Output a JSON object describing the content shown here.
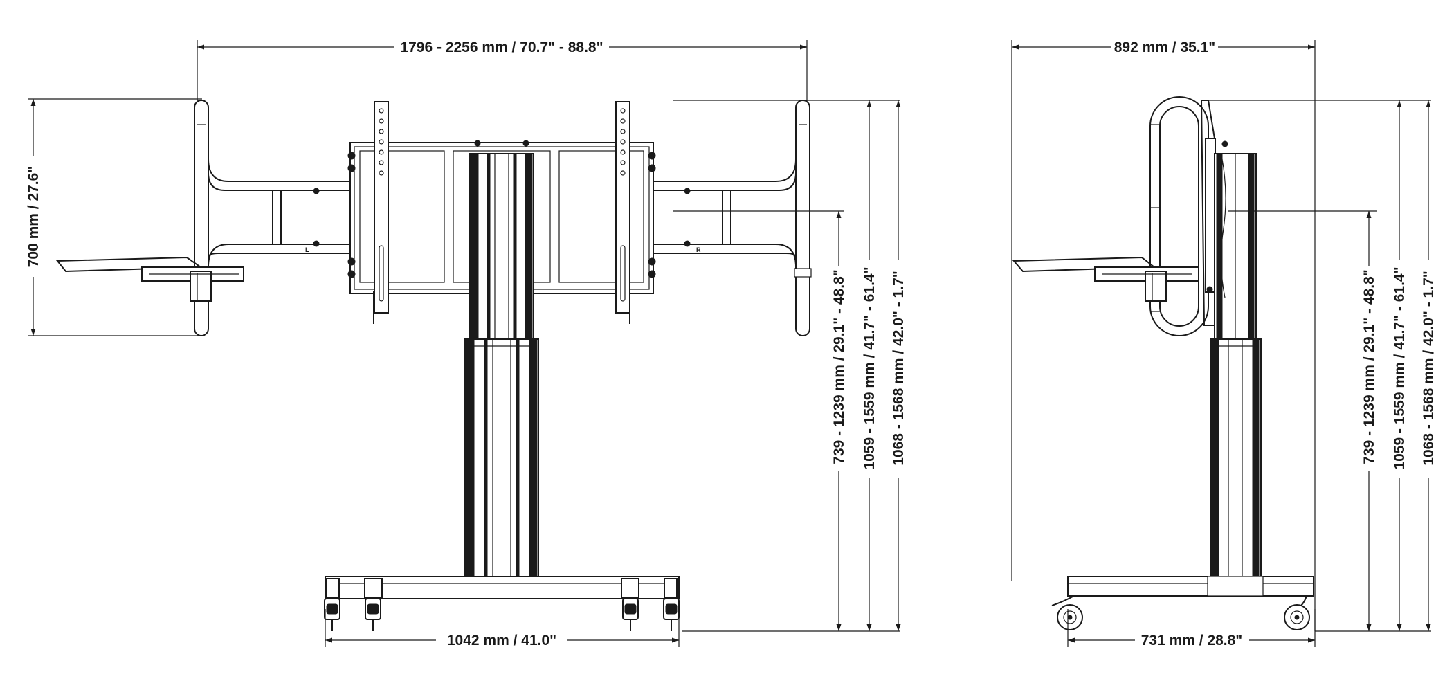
{
  "drawing": {
    "front_view": {
      "dimensions": {
        "total_width": "1796 - 2256 mm / 70.7\" - 88.8\"",
        "shelf_height": "700 mm / 27.6\"",
        "base_width": "1042 mm / 41.0\"",
        "height_center": "739 - 1239 mm / 29.1\" - 48.8\"",
        "height_top_mount": "1059 - 1559 mm / 41.7\" - 61.4\"",
        "height_top_overall": "1068 - 1568 mm / 42.0\" - 1.7\""
      },
      "labels": {
        "left_arm_marker": "L",
        "right_arm_marker": "R"
      }
    },
    "side_view": {
      "dimensions": {
        "depth": "892 mm / 35.1\"",
        "base_depth": "731 mm / 28.8\"",
        "height_center": "739 - 1239 mm / 29.1\" - 48.8\"",
        "height_top_mount": "1059 - 1559 mm / 41.7\" - 61.4\"",
        "height_top_overall": "1068 - 1568 mm / 42.0\" - 1.7\""
      }
    }
  }
}
